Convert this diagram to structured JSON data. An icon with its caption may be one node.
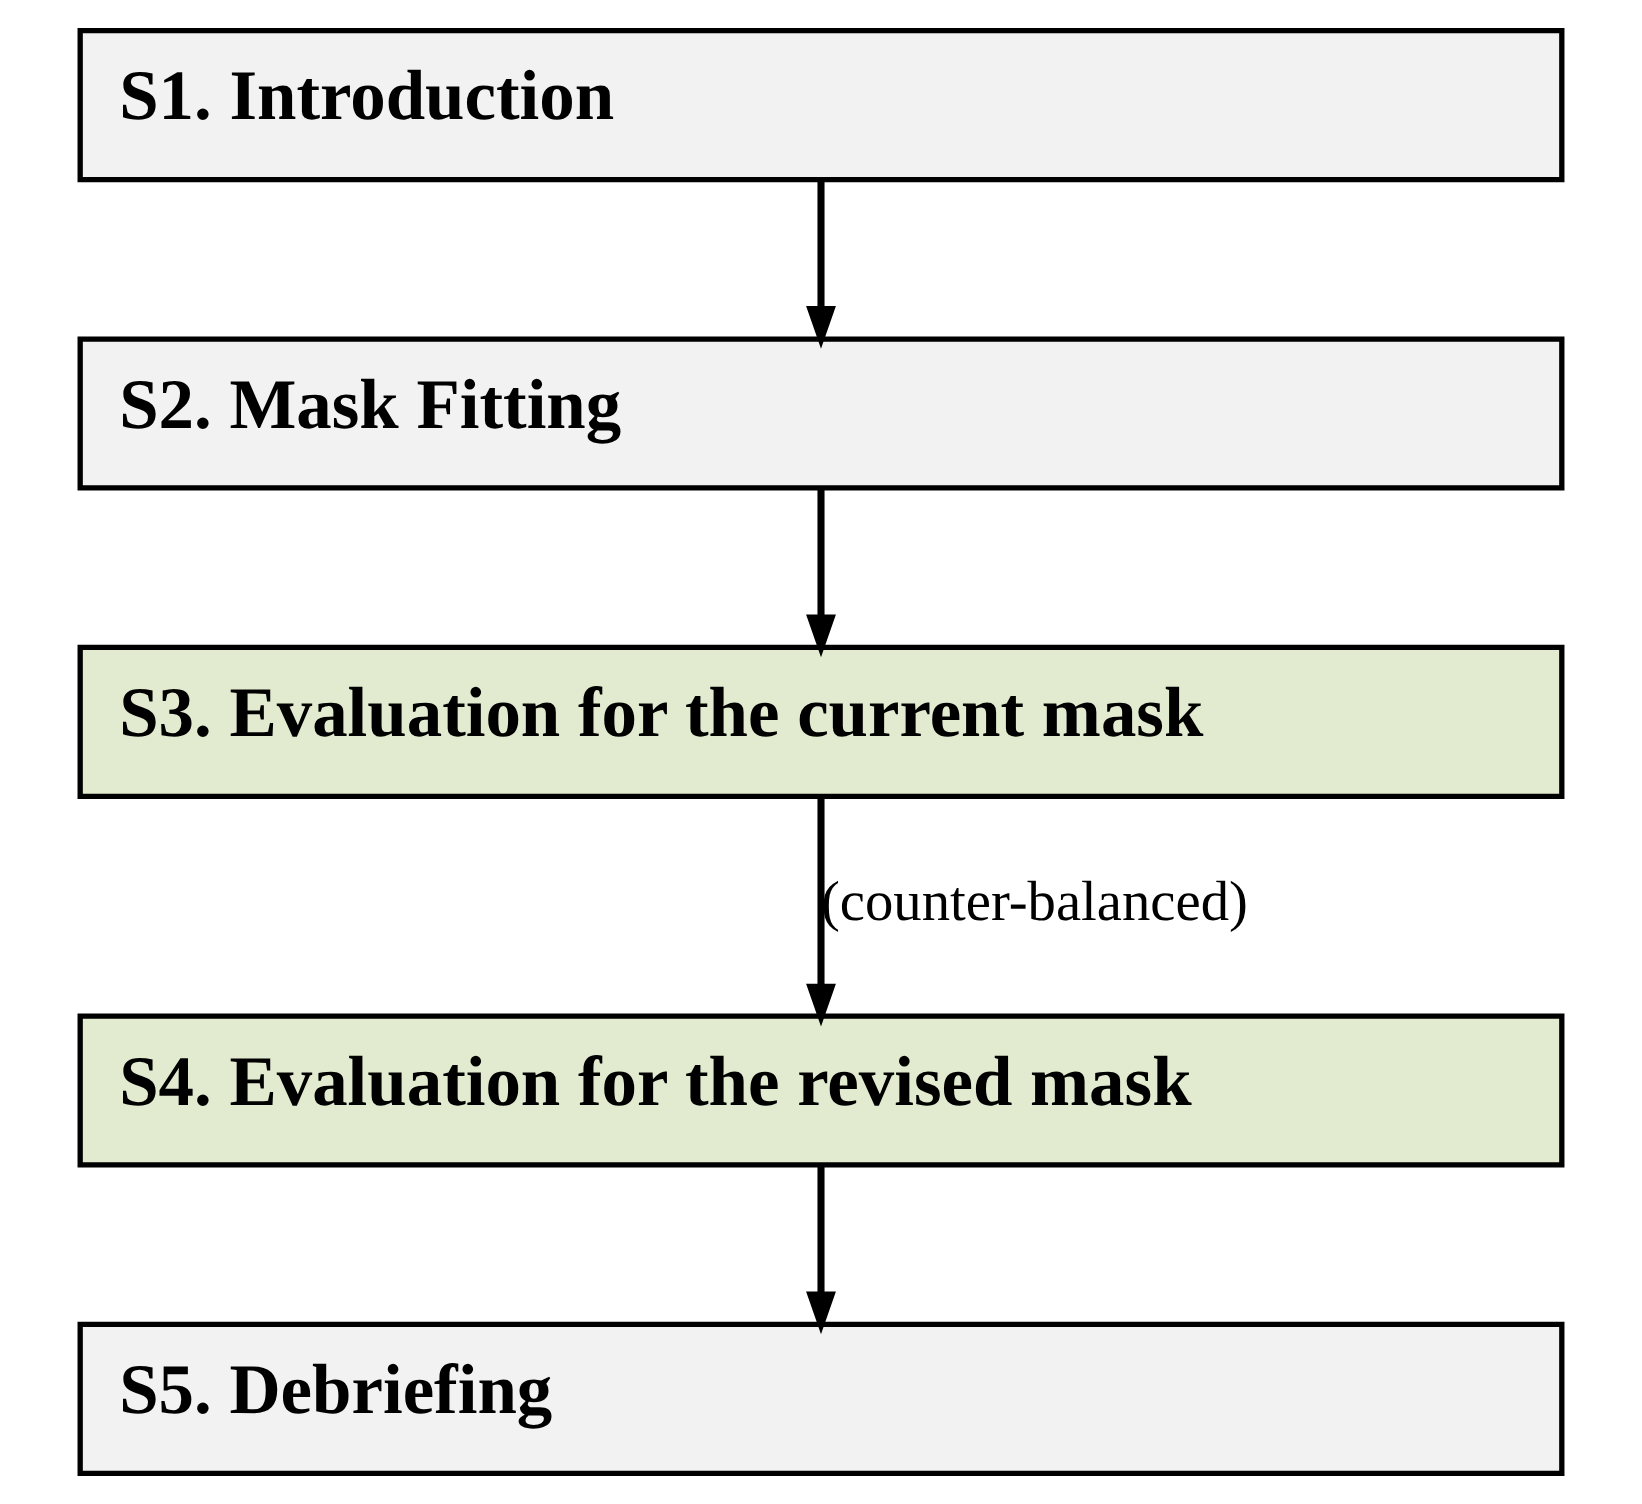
{
  "diagram": {
    "nodes": [
      {
        "text": [
          "S1. Introduction"
        ]
      },
      {
        "text": [
          "S2. Mask Fitting"
        ]
      },
      {
        "text": [
          "S3. Evaluation for the current mask"
        ]
      },
      {
        "text": [
          "S4. Evaluation for the revised mask"
        ]
      },
      {
        "text": [
          "S5. Debriefing"
        ]
      }
    ],
    "edges": [
      {
        "from": 0,
        "to": 1,
        "arrow": "to"
      },
      {
        "from": 1,
        "to": 2,
        "arrow": "to"
      },
      {
        "from": 2,
        "to": 3,
        "arrow": "to",
        "label": "(counter-balanced)"
      },
      {
        "from": 3,
        "to": 4,
        "arrow": "to"
      }
    ]
  }
}
